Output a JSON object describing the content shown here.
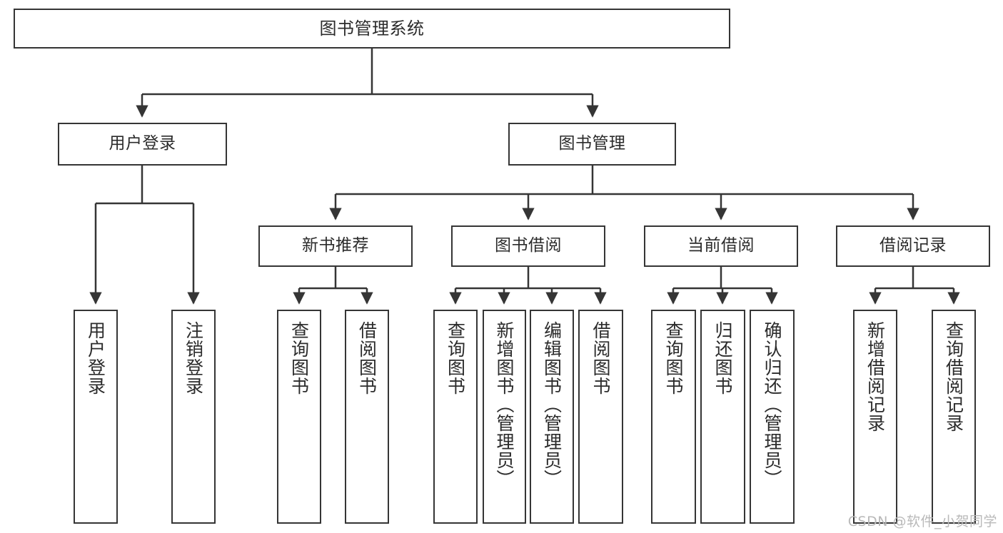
{
  "diagram": {
    "title_node": {
      "label": "图书管理系统"
    },
    "level1": [
      {
        "id": "user-login",
        "label": "用户登录"
      },
      {
        "id": "book-management",
        "label": "图书管理"
      }
    ],
    "level2": [
      {
        "id": "new-book-recommend",
        "label": "新书推荐"
      },
      {
        "id": "book-borrow",
        "label": "图书借阅"
      },
      {
        "id": "current-borrow",
        "label": "当前借阅"
      },
      {
        "id": "borrow-record",
        "label": "借阅记录"
      }
    ],
    "leaves": [
      {
        "id": "leaf-user-login",
        "parent": "user-login",
        "label": "用户登录"
      },
      {
        "id": "leaf-user-logout",
        "parent": "user-login",
        "label": "注销登录"
      },
      {
        "id": "leaf-query-book-1",
        "parent": "new-book-recommend",
        "label": "查询图书"
      },
      {
        "id": "leaf-borrow-book-1",
        "parent": "new-book-recommend",
        "label": "借阅图书"
      },
      {
        "id": "leaf-query-book-2",
        "parent": "book-borrow",
        "label": "查询图书"
      },
      {
        "id": "leaf-add-book",
        "parent": "book-borrow",
        "label": "新增图书（管理员）"
      },
      {
        "id": "leaf-edit-book",
        "parent": "book-borrow",
        "label": "编辑图书（管理员）"
      },
      {
        "id": "leaf-borrow-book-2",
        "parent": "book-borrow",
        "label": "借阅图书"
      },
      {
        "id": "leaf-query-book-3",
        "parent": "current-borrow",
        "label": "查询图书"
      },
      {
        "id": "leaf-return-book",
        "parent": "current-borrow",
        "label": "归还图书"
      },
      {
        "id": "leaf-confirm-return",
        "parent": "current-borrow",
        "label": "确认归还（管理员）"
      },
      {
        "id": "leaf-add-record",
        "parent": "borrow-record",
        "label": "新增借阅记录"
      },
      {
        "id": "leaf-query-record",
        "parent": "borrow-record",
        "label": "查询借阅记录"
      }
    ]
  },
  "watermark": {
    "text": "CSDN @软件_小贺同学"
  },
  "colors": {
    "stroke": "#353535",
    "background": "#ffffff",
    "text": "#2b2b2b",
    "watermark": "#b9b9b9"
  }
}
